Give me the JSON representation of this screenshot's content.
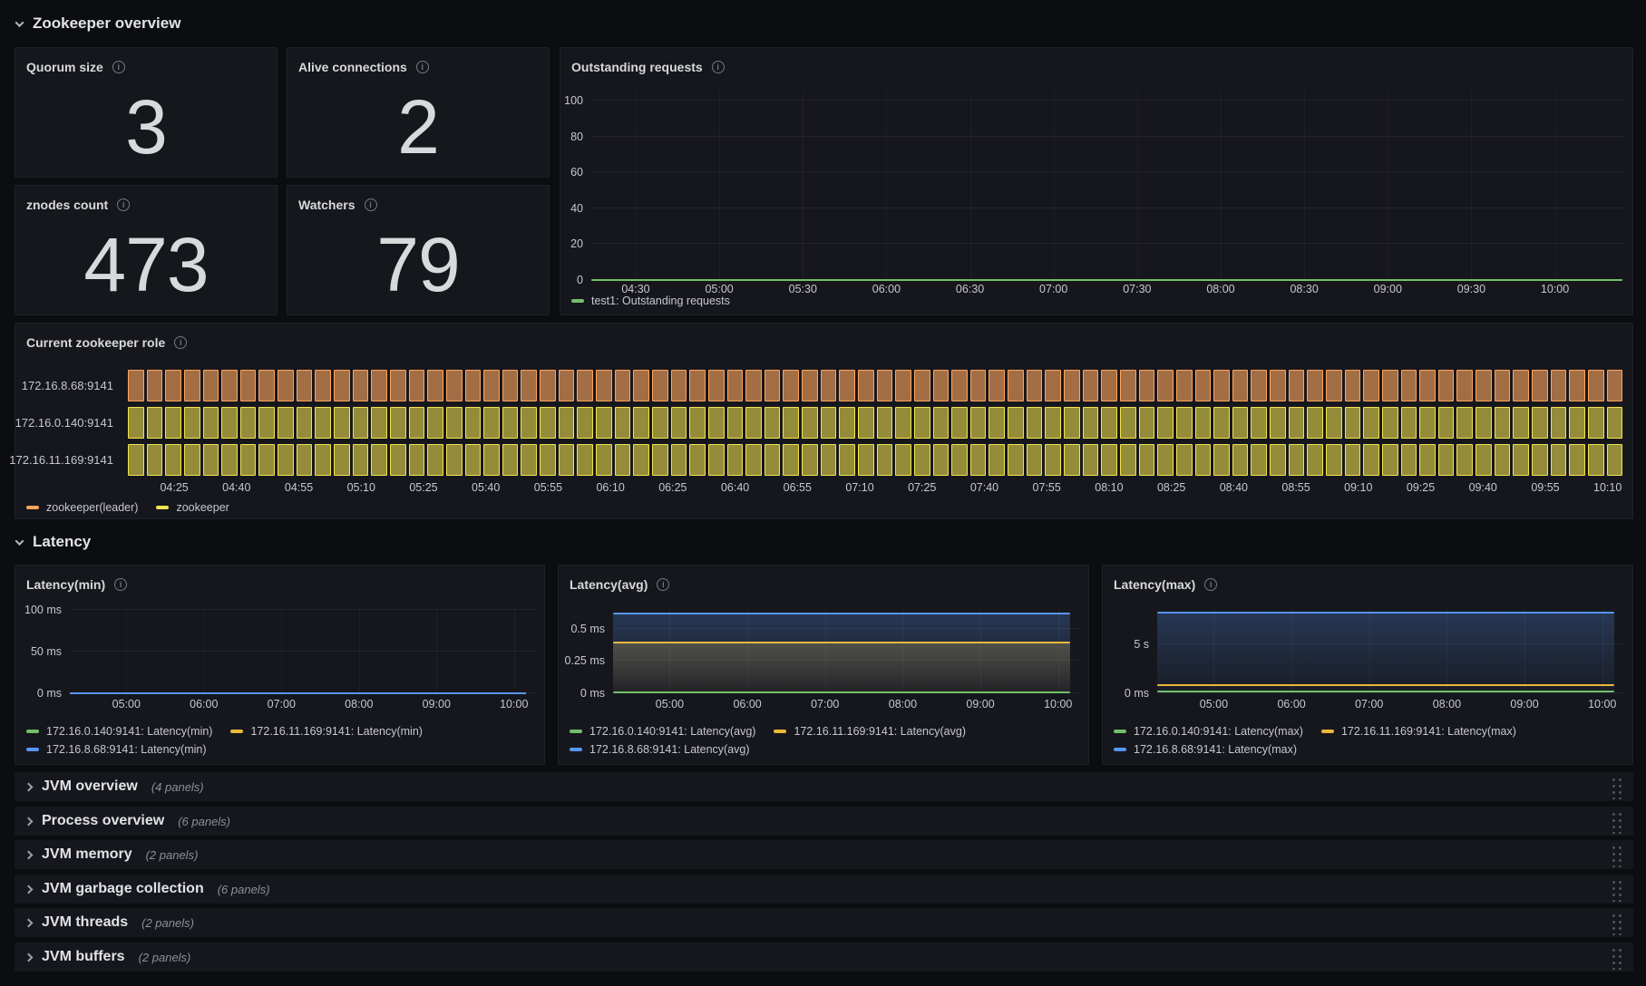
{
  "section_headers": [
    {
      "title": "Zookeeper overview"
    },
    {
      "title": "Latency"
    }
  ],
  "stat_panels": [
    {
      "title": "Quorum size",
      "value": "3"
    },
    {
      "title": "Alive connections",
      "value": "2"
    },
    {
      "title": "znodes count",
      "value": "473"
    },
    {
      "title": "Watchers",
      "value": "79"
    }
  ],
  "collapsed_rows": [
    {
      "title": "JVM overview",
      "count": "(4 panels)"
    },
    {
      "title": "Process overview",
      "count": "(6 panels)"
    },
    {
      "title": "JVM memory",
      "count": "(2 panels)"
    },
    {
      "title": "JVM garbage collection",
      "count": "(6 panels)"
    },
    {
      "title": "JVM threads",
      "count": "(2 panels)"
    },
    {
      "title": "JVM buffers",
      "count": "(2 panels)"
    }
  ],
  "chart_data": [
    {
      "id": "outstanding-requests",
      "type": "line",
      "title": "Outstanding requests",
      "ylim": [
        0,
        105
      ],
      "y_ticks": [
        {
          "label": "0",
          "value": 0
        },
        {
          "label": "20",
          "value": 20
        },
        {
          "label": "40",
          "value": 40
        },
        {
          "label": "60",
          "value": 60
        },
        {
          "label": "80",
          "value": 80
        },
        {
          "label": "100",
          "value": 100
        }
      ],
      "x_ticks": [
        "04:30",
        "05:00",
        "05:30",
        "06:00",
        "06:30",
        "07:00",
        "07:30",
        "08:00",
        "08:30",
        "09:00",
        "09:30",
        "10:00"
      ],
      "x_axis_layout": {
        "start_frac": 4.3,
        "step_frac": 8.09
      },
      "series": [
        {
          "name": "test1: Outstanding requests",
          "color": "#73BF69",
          "value": 0,
          "fill": false
        }
      ],
      "legend_rows": [
        [
          0
        ]
      ]
    },
    {
      "id": "zookeeper-role",
      "type": "state-timeline",
      "title": "Current zookeeper role",
      "rows": [
        {
          "label": "172.16.8.68:9141",
          "state": "zookeeper(leader)",
          "color": "#FCA55D",
          "fill": "rgba(252,165,93,0.62)"
        },
        {
          "label": "172.16.0.140:9141",
          "state": "zookeeper",
          "color": "#F2E250",
          "fill": "rgba(242,226,80,0.58)"
        },
        {
          "label": "172.16.11.169:9141",
          "state": "zookeeper",
          "color": "#F2E250",
          "fill": "rgba(242,226,80,0.58)"
        }
      ],
      "segments": 80,
      "x_ticks": [
        "04:25",
        "04:40",
        "04:55",
        "05:10",
        "05:25",
        "05:40",
        "05:55",
        "06:10",
        "06:25",
        "06:40",
        "06:55",
        "07:10",
        "07:25",
        "07:40",
        "07:55",
        "08:10",
        "08:25",
        "08:40",
        "08:55",
        "09:10",
        "09:25",
        "09:40",
        "09:55",
        "10:10"
      ],
      "x_axis_layout": {
        "start_frac": 3.1,
        "step_frac": 4.17
      },
      "legend": [
        {
          "label": "zookeeper(leader)",
          "color": "#FCA55D"
        },
        {
          "label": "zookeeper",
          "color": "#F2E250"
        }
      ]
    },
    {
      "id": "latency-min",
      "type": "line",
      "title": "Latency(min)",
      "ylim": [
        0,
        105
      ],
      "y_ticks": [
        {
          "label": "0 ms",
          "value": 0
        },
        {
          "label": "50 ms",
          "value": 50
        },
        {
          "label": "100 ms",
          "value": 100
        }
      ],
      "x_ticks": [
        "05:00",
        "06:00",
        "07:00",
        "08:00",
        "09:00",
        "10:00"
      ],
      "x_axis_layout": {
        "start_frac": 12.1,
        "step_frac": 16.6
      },
      "series": [
        {
          "name": "172.16.0.140:9141: Latency(min)",
          "color": "#73BF69",
          "value": 0,
          "fill": false
        },
        {
          "name": "172.16.11.169:9141: Latency(min)",
          "color": "#EAB839",
          "value": 0,
          "fill": false
        },
        {
          "name": "172.16.8.68:9141: Latency(min)",
          "color": "#5794F2",
          "value": 0,
          "fill": false
        }
      ],
      "legend_rows": [
        [
          0,
          1
        ],
        [
          2
        ]
      ]
    },
    {
      "id": "latency-avg",
      "type": "line",
      "title": "Latency(avg)",
      "ylim": [
        0,
        0.68
      ],
      "y_ticks": [
        {
          "label": "0 ms",
          "value": 0
        },
        {
          "label": "0.25 ms",
          "value": 0.25
        },
        {
          "label": "0.5 ms",
          "value": 0.5
        }
      ],
      "x_ticks": [
        "05:00",
        "06:00",
        "07:00",
        "08:00",
        "09:00",
        "10:00"
      ],
      "x_axis_layout": {
        "start_frac": 12.1,
        "step_frac": 16.6
      },
      "series": [
        {
          "name": "172.16.0.140:9141: Latency(avg)",
          "color": "#73BF69",
          "value": 0.004,
          "fill": false
        },
        {
          "name": "172.16.11.169:9141: Latency(avg)",
          "color": "#EAB839",
          "value": 0.39,
          "fill": true
        },
        {
          "name": "172.16.8.68:9141: Latency(avg)",
          "color": "#5794F2",
          "value": 0.62,
          "fill": true
        }
      ],
      "legend_rows": [
        [
          0,
          1
        ],
        [
          2
        ]
      ]
    },
    {
      "id": "latency-max",
      "type": "line",
      "title": "Latency(max)",
      "ylim": [
        0,
        9
      ],
      "y_ticks": [
        {
          "label": "0 ms",
          "value": 0
        },
        {
          "label": "5 s",
          "value": 5
        }
      ],
      "x_ticks": [
        "05:00",
        "06:00",
        "07:00",
        "08:00",
        "09:00",
        "10:00"
      ],
      "x_axis_layout": {
        "start_frac": 12.1,
        "step_frac": 16.6
      },
      "series": [
        {
          "name": "172.16.0.140:9141: Latency(max)",
          "color": "#73BF69",
          "value": 0.15,
          "fill": false
        },
        {
          "name": "172.16.11.169:9141: Latency(max)",
          "color": "#EAB839",
          "value": 0.85,
          "fill": false
        },
        {
          "name": "172.16.8.68:9141: Latency(max)",
          "color": "#5794F2",
          "value": 8.25,
          "fill": true
        }
      ],
      "legend_rows": [
        [
          0,
          1
        ],
        [
          2
        ]
      ]
    }
  ]
}
